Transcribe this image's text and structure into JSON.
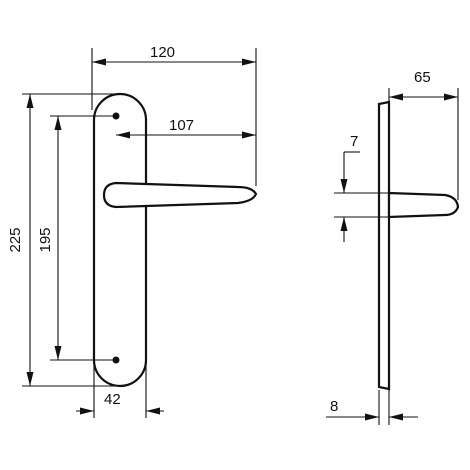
{
  "drawing": {
    "colors": {
      "stroke": "#111111",
      "background": "#ffffff"
    },
    "dimensions": {
      "overall_width": "120",
      "handle_length": "107",
      "plate_height": "225",
      "hole_spacing": "195",
      "plate_width": "42",
      "handle_projection": "65",
      "handle_thickness": "7",
      "plate_thickness": "8"
    }
  }
}
